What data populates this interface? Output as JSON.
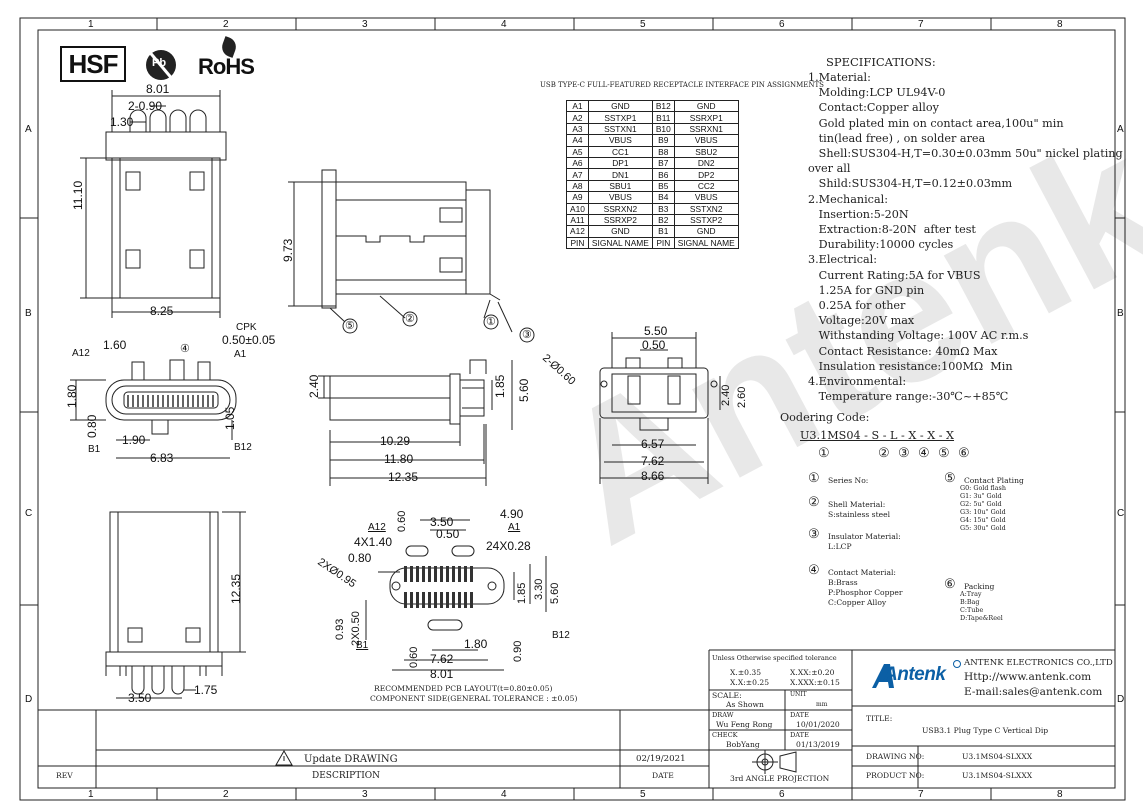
{
  "frame": {
    "columns": [
      "1",
      "2",
      "3",
      "4",
      "5",
      "6",
      "7",
      "8"
    ],
    "rows": [
      "A",
      "B",
      "C",
      "D"
    ]
  },
  "logos": {
    "hsf": "HSF",
    "pb": "Pb",
    "rohs": "RoHS"
  },
  "pin_table": {
    "title": "USB TYPE-C FULL-FEATURED RECEPTACLE INTERFACE PIN ASSIGNMENTS",
    "rows": [
      [
        "A1",
        "GND",
        "B12",
        "GND"
      ],
      [
        "A2",
        "SSTXP1",
        "B11",
        "SSRXP1"
      ],
      [
        "A3",
        "SSTXN1",
        "B10",
        "SSRXN1"
      ],
      [
        "A4",
        "VBUS",
        "B9",
        "VBUS"
      ],
      [
        "A5",
        "CC1",
        "B8",
        "SBU2"
      ],
      [
        "A6",
        "DP1",
        "B7",
        "DN2"
      ],
      [
        "A7",
        "DN1",
        "B6",
        "DP2"
      ],
      [
        "A8",
        "SBU1",
        "B5",
        "CC2"
      ],
      [
        "A9",
        "VBUS",
        "B4",
        "VBUS"
      ],
      [
        "A10",
        "SSRXN2",
        "B3",
        "SSTXN2"
      ],
      [
        "A11",
        "SSRXP2",
        "B2",
        "SSTXP2"
      ],
      [
        "A12",
        "GND",
        "B1",
        "GND"
      ]
    ],
    "header": [
      "PIN",
      "SIGNAL NAME",
      "PIN",
      "SIGNAL NAME"
    ]
  },
  "specs": {
    "title": "SPECIFICATIONS:",
    "lines": [
      "1.Material:",
      "   Molding:LCP UL94V-0",
      "   Contact:Copper alloy",
      "   Gold plated min on contact area,100u\" min",
      "   tin(lead free) , on solder area",
      "   Shell:SUS304-H,T=0.30±0.03mm 50u\" nickel plating",
      "over all",
      "   Shild:SUS304-H,T=0.12±0.03mm",
      "2.Mechanical:",
      "   Insertion:5-20N",
      "   Extraction:8-20N  after test",
      "   Durability:10000 cycles",
      "3.Electrical:",
      "   Current Rating:5A for VBUS",
      "   1.25A for GND pin",
      "   0.25A for other",
      "   Voltage:20V max",
      "   Withstanding Voltage: 100V AC r.m.s",
      "   Contact Resistance: 40mΩ Max",
      "   Insulation resistance:100MΩ  Min",
      "4.Environmental:",
      "   Temperature range:-30℃~+85℃"
    ]
  },
  "ordering": {
    "label": "Oodering Code:",
    "code": "U3.1MS04 - S - L - X - X - X",
    "indices": [
      "①",
      "②",
      "③",
      "④",
      "⑤",
      "⑥"
    ],
    "items": [
      {
        "n": "①",
        "lines": [
          "Series No:"
        ]
      },
      {
        "n": "②",
        "lines": [
          "Shell Material:",
          "S:stainless steel"
        ]
      },
      {
        "n": "③",
        "lines": [
          "Insulator Material:",
          "L:LCP"
        ]
      },
      {
        "n": "④",
        "lines": [
          "Contact Material:",
          "B:Brass",
          "P:Phosphor Copper",
          "C:Copper Alloy"
        ]
      },
      {
        "n": "⑤",
        "lines": [
          "Contact Plating",
          "G0: Gold flash",
          "G1: 3u\" Gold",
          "G2: 5u\" Gold",
          "G3: 10u\" Gold",
          "G4: 15u\" Gold",
          "G5: 30u\" Gold"
        ]
      },
      {
        "n": "⑥",
        "lines": [
          "Packing",
          "A:Tray",
          "B:Bag",
          "C:Tube",
          "D:Tape&Reel"
        ]
      }
    ]
  },
  "dims": {
    "top_view": [
      "8.01",
      "2-0.90",
      "1.30",
      "11.10",
      "8.25"
    ],
    "side_view": [
      "9.73",
      "①",
      "②",
      "③",
      "⑤"
    ],
    "front_view": [
      "CPK",
      "1.60",
      "④",
      "0.50±0.05",
      "A12",
      "A1",
      "1.80",
      "0.80",
      "1.05",
      "1.90",
      "B1",
      "B12",
      "6.83"
    ],
    "side2_view": [
      "2.40",
      "1.85",
      "5.60",
      "10.29",
      "11.80",
      "12.35"
    ],
    "end_view": [
      "5.50",
      "0.50",
      "2-Ø0.60",
      "2.40",
      "2.60",
      "6.57",
      "7.62",
      "8.66"
    ],
    "bottom_view": [
      "12.35",
      "1.75",
      "3.50"
    ],
    "pcb_view": [
      "4.90",
      "0.60",
      "3.50",
      "A12",
      "A1",
      "4X1.40",
      "0.50",
      "24X0.28",
      "0.80",
      "2XØ0.95",
      "1.85",
      "3.30",
      "5.60",
      "0.93",
      "2X0.50",
      "B1",
      "1.80",
      "0.90",
      "B12",
      "0.60",
      "7.62",
      "8.01"
    ],
    "pcb_caption": [
      "RECOMMENDED PCB LAYOUT(t=0.80±0.05)",
      "COMPONENT SIDE(GENERAL TOLERANCE : ±0.05)"
    ]
  },
  "watermark": "Antenk",
  "title_block": {
    "tolerance": {
      "head": "Unless Otherwise specified tolerance",
      "l1": "X.±0.35",
      "l2": "X.XX:±0.20",
      "l3": "X.X:±0.25",
      "l4": "X.XXX:±0.15"
    },
    "scale_label": "SCALE:",
    "scale": "As Shown",
    "unit_label": "UNIT",
    "unit": "mm",
    "drawn_label": "DRAW",
    "drawn": "Wu Feng Rong",
    "date_label": "DATE",
    "drawn_date": "10/01/2020",
    "check_label": "CHECK",
    "check": "BobYang",
    "check_date_label": "DATE",
    "check_date": "01/13/2019",
    "projection": "3rd ANGLE PROJECTION",
    "company_logo": "Antenk",
    "company": "ANTENK ELECTRONICS CO.,LTD",
    "web": "Http://www.antenk.com",
    "email": "E-mail:sales@antenk.com",
    "title_label": "TITLE:",
    "title": "USB3.1 Plug Type C Vertical Dip",
    "drawing_no_label": "DRAWING NO:",
    "drawing_no": "U3.1MS04-SLXXX",
    "product_no_label": "PRODUCT NO:",
    "product_no": "U3.1MS04-SLXXX",
    "revision": "Update DRAWING",
    "rev_date": "02/19/2021",
    "rev_label": "REV",
    "desc_label": "DESCRIPTION",
    "date_col_label": "DATE"
  }
}
